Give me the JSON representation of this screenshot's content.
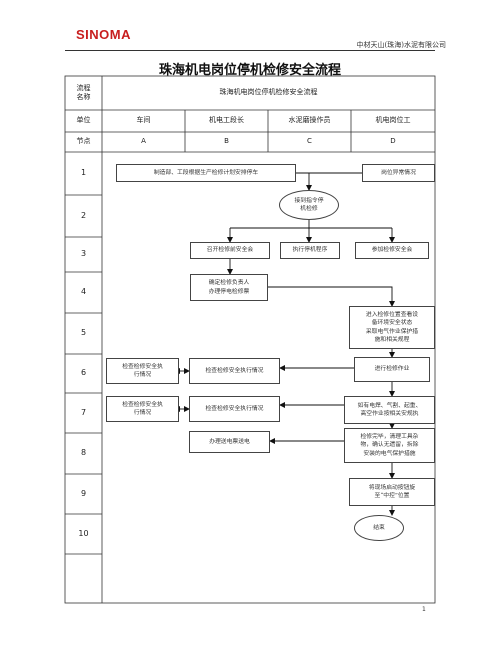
{
  "header": {
    "logo": "SINOMA",
    "company": "中材天山(珠海)水泥有限公司"
  },
  "title": "珠海机电岗位停机检修安全流程",
  "table": {
    "process_label": "流程\n名称",
    "process_name": "珠海机电岗位停机检修安全流程",
    "unit_label": "单位",
    "units": [
      "车间",
      "机电工段长",
      "水泥磨操作员",
      "机电岗位工"
    ],
    "node_label": "节点",
    "nodes": [
      "A",
      "B",
      "C",
      "D"
    ],
    "rows": [
      "1",
      "2",
      "3",
      "4",
      "5",
      "6",
      "7",
      "8",
      "9",
      "10"
    ]
  },
  "flow": {
    "b1": "制造部、工段根据生产检修计划安排停车",
    "d1": "岗位异常情况",
    "c2": "接到指令停\n机检修",
    "b3": "召开检修前安全会",
    "c3": "执行停机程序",
    "d3": "参加检修安全会",
    "b4": "确定检修负责人\n办理停电检修票",
    "d5": "进入检修位置查看设\n备环境安全状态\n采取电气作业保护措\n施和相关规程",
    "a6": "检查检修安全执\n行情况",
    "b6": "检查检修安全执行情况",
    "d6": "进行检修作业",
    "a7": "检查检修安全执\n行情况",
    "b7": "检查检修安全执行情况",
    "d7": "如有电焊、气割、起重、\n高空作业按相关安规执",
    "b8": "办理送电票送电",
    "d8": "检修完毕，清理工具杂\n物，确认无遗留，拆除\n安装的电气保护措施",
    "d9": "将现场启动按钮旋\n至“中控”位置",
    "d10": "结束"
  },
  "footer": {
    "page": "1"
  }
}
